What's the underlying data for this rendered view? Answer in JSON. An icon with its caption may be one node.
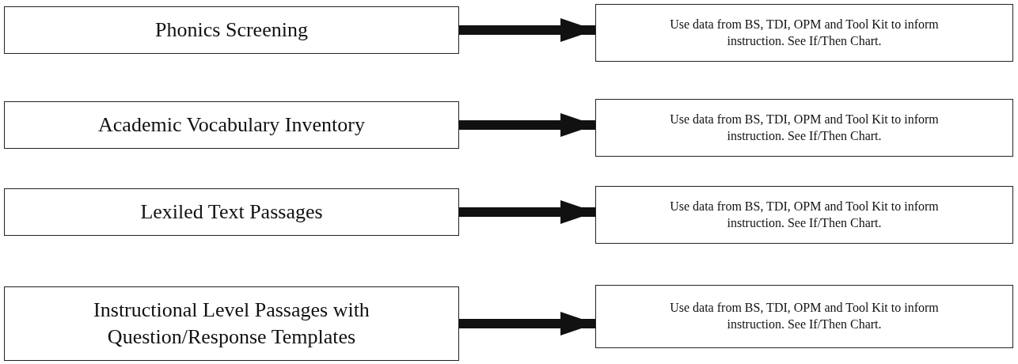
{
  "diagram": {
    "nodes": [
      {
        "text": [
          "Phonics Screening"
        ]
      },
      {
        "text": [
          "Use data from BS, TDI, OPM and Tool Kit to inform instruction.  See If/Then Chart."
        ]
      },
      {
        "text": [
          "Academic Vocabulary Inventory"
        ]
      },
      {
        "text": [
          "Use data from BS, TDI, OPM and Tool Kit to inform instruction.  See If/Then Chart."
        ]
      },
      {
        "text": [
          "Lexiled Text Passages"
        ]
      },
      {
        "text": [
          "Use data from BS, TDI, OPM and Tool Kit to inform instruction.  See If/Then Chart."
        ]
      },
      {
        "text": [
          "Instructional Level Passages with Question/Response Templates"
        ]
      },
      {
        "text": [
          "Use data from BS, TDI, OPM and Tool Kit to inform instruction.  See If/Then Chart."
        ]
      }
    ],
    "edges": [
      {
        "from": 0,
        "to": 1,
        "arrow": "to"
      },
      {
        "from": 2,
        "to": 3,
        "arrow": "to"
      },
      {
        "from": 4,
        "to": 5,
        "arrow": "to"
      },
      {
        "from": 6,
        "to": 7,
        "arrow": "to"
      }
    ]
  }
}
